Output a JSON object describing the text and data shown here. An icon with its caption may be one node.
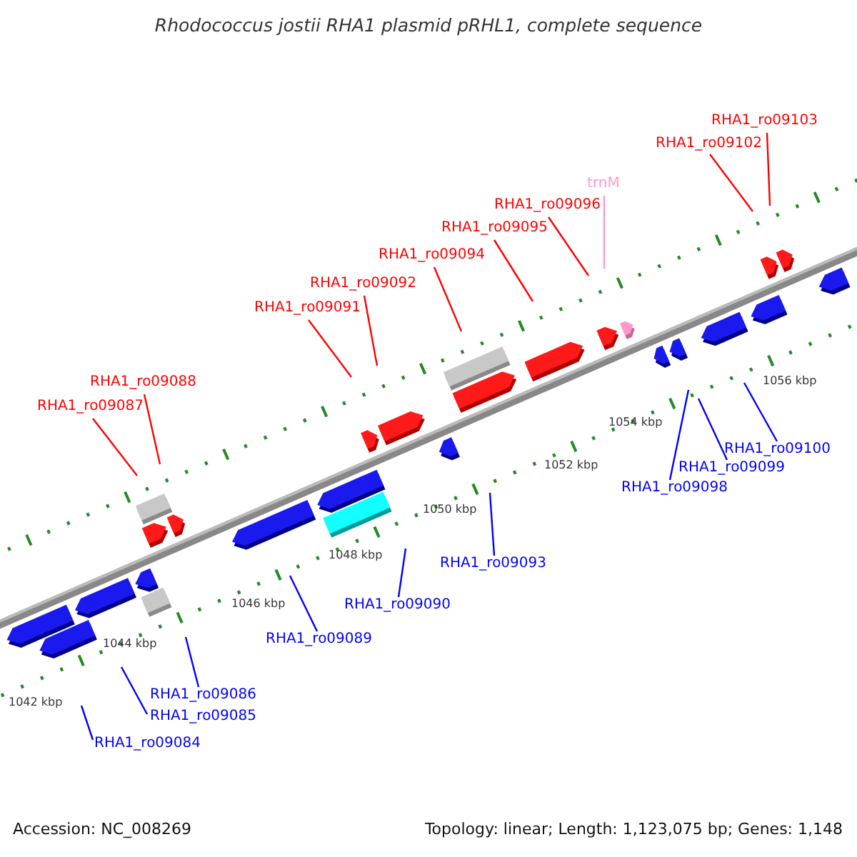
{
  "diagram": {
    "title": "Rhodococcus jostii RHA1 plasmid pRHL1, complete sequence",
    "nodes": [
      {
        "text": [
          "RHA1_ro09103"
        ]
      },
      {
        "text": [
          "RHA1_ro09102"
        ]
      },
      {
        "text": [
          "trnM"
        ]
      },
      {
        "text": [
          "RHA1_ro09096"
        ]
      },
      {
        "text": [
          "RHA1_ro09095"
        ]
      },
      {
        "text": [
          "RHA1_ro09094"
        ]
      },
      {
        "text": [
          "RHA1_ro09092"
        ]
      },
      {
        "text": [
          "RHA1_ro09091"
        ]
      },
      {
        "text": [
          "RHA1_ro09088"
        ]
      },
      {
        "text": [
          "RHA1_ro09087"
        ]
      },
      {
        "text": [
          "RHA1_ro09100"
        ]
      },
      {
        "text": [
          "RHA1_ro09099"
        ]
      },
      {
        "text": [
          "RHA1_ro09098"
        ]
      },
      {
        "text": [
          "RHA1_ro09093"
        ]
      },
      {
        "text": [
          "RHA1_ro09090"
        ]
      },
      {
        "text": [
          "RHA1_ro09089"
        ]
      },
      {
        "text": [
          "RHA1_ro09086"
        ]
      },
      {
        "text": [
          "RHA1_ro09085"
        ]
      },
      {
        "text": [
          "RHA1_ro09084"
        ]
      }
    ],
    "edges": [
      {
        "from": 0,
        "to": null,
        "arrow": "none",
        "color": "#ff0000"
      },
      {
        "from": 1,
        "to": null,
        "arrow": "none",
        "color": "#ff0000"
      },
      {
        "from": 2,
        "to": null,
        "arrow": "none",
        "color": "#ff99cc"
      },
      {
        "from": 3,
        "to": null,
        "arrow": "none",
        "color": "#ff0000"
      },
      {
        "from": 4,
        "to": null,
        "arrow": "none",
        "color": "#ff0000"
      },
      {
        "from": 5,
        "to": null,
        "arrow": "none",
        "color": "#ff0000"
      },
      {
        "from": 6,
        "to": null,
        "arrow": "none",
        "color": "#ff0000"
      },
      {
        "from": 7,
        "to": null,
        "arrow": "none",
        "color": "#ff0000"
      },
      {
        "from": 8,
        "to": null,
        "arrow": "none",
        "color": "#ff0000"
      },
      {
        "from": 9,
        "to": null,
        "arrow": "none",
        "color": "#ff0000"
      },
      {
        "from": 10,
        "to": null,
        "arrow": "none",
        "color": "#0000ff"
      },
      {
        "from": 11,
        "to": null,
        "arrow": "none",
        "color": "#0000ff"
      },
      {
        "from": 12,
        "to": null,
        "arrow": "none",
        "color": "#0000ff"
      },
      {
        "from": 13,
        "to": null,
        "arrow": "none",
        "color": "#0000ff"
      },
      {
        "from": 14,
        "to": null,
        "arrow": "none",
        "color": "#0000ff"
      },
      {
        "from": 15,
        "to": null,
        "arrow": "none",
        "color": "#0000ff"
      },
      {
        "from": 16,
        "to": null,
        "arrow": "none",
        "color": "#0000ff"
      },
      {
        "from": 17,
        "to": null,
        "arrow": "none",
        "color": "#0000ff"
      },
      {
        "from": 18,
        "to": null,
        "arrow": "none",
        "color": "#0000ff"
      }
    ],
    "labels": [
      "1042 kbp",
      "1044 kbp",
      "1046 kbp",
      "1048 kbp",
      "1050 kbp",
      "1052 kbp",
      "1054 kbp",
      "1056 kbp",
      "Accession: NC_008269",
      "Topology: linear; Length: 1,123,075 bp; Genes: 1,148"
    ]
  }
}
